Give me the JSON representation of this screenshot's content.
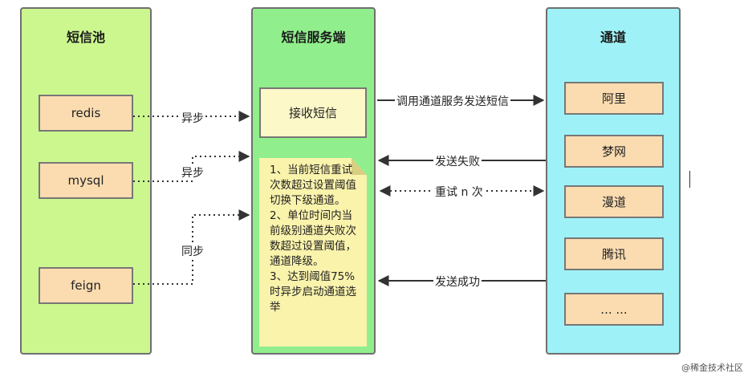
{
  "columns": {
    "pool": {
      "title": "短信池",
      "items": [
        "redis",
        "mysql",
        "feign"
      ]
    },
    "service": {
      "title": "短信服务端",
      "receive": "接收短信",
      "note": "1、当前短信重试次数超过设置阈值切换下级通道。\n2、单位时间内当前级别通道失败次数超过设置阈值，通道降级。\n3、达到阈值75%时异步启动通道选举"
    },
    "channel": {
      "title": "通道",
      "items": [
        "阿里",
        "梦网",
        "漫道",
        "腾讯",
        "... ..."
      ]
    }
  },
  "edges": {
    "redis_label": "异步",
    "mysql_label": "异步",
    "feign_label": "同步",
    "call_label": "调用通道服务发送短信",
    "fail_label": "发送失败",
    "retry_label": "重试 n 次",
    "success_label": "发送成功"
  },
  "watermark": "@稀金技术社区",
  "colors": {
    "pool_bg": "#ccf78f",
    "service_bg": "#90ef8c",
    "channel_bg": "#9ef2f7",
    "item_bg": "#fbdcb1",
    "note_bg": "#faf3ac"
  }
}
